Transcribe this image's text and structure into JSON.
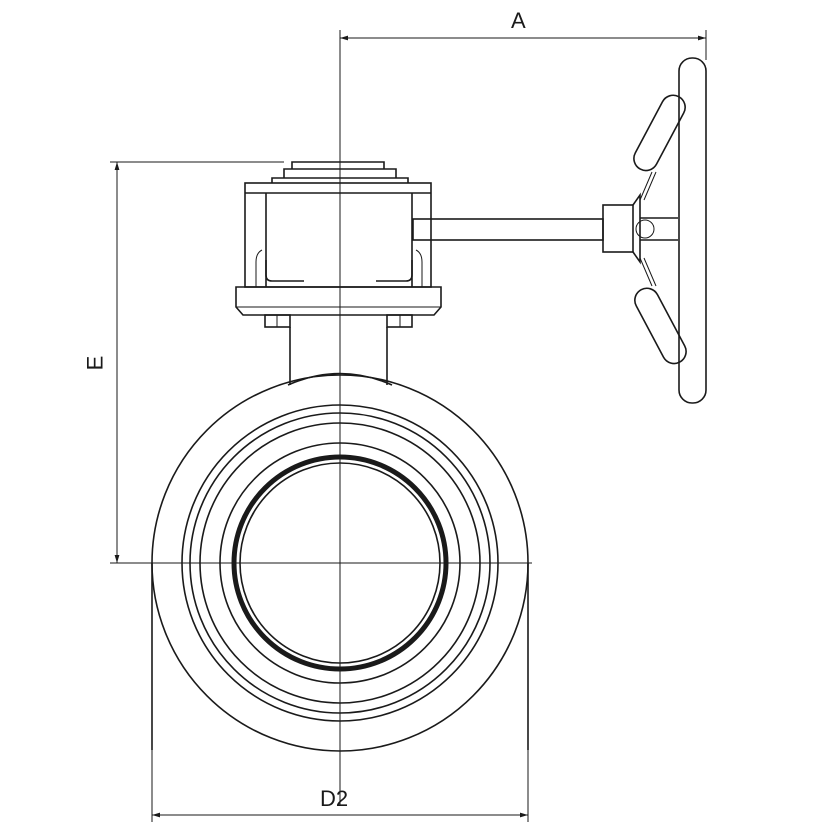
{
  "dimensions": {
    "a": "A",
    "e": "E",
    "d2": "D2"
  },
  "colors": {
    "line": "#1a1a1a",
    "background": "#ffffff"
  }
}
